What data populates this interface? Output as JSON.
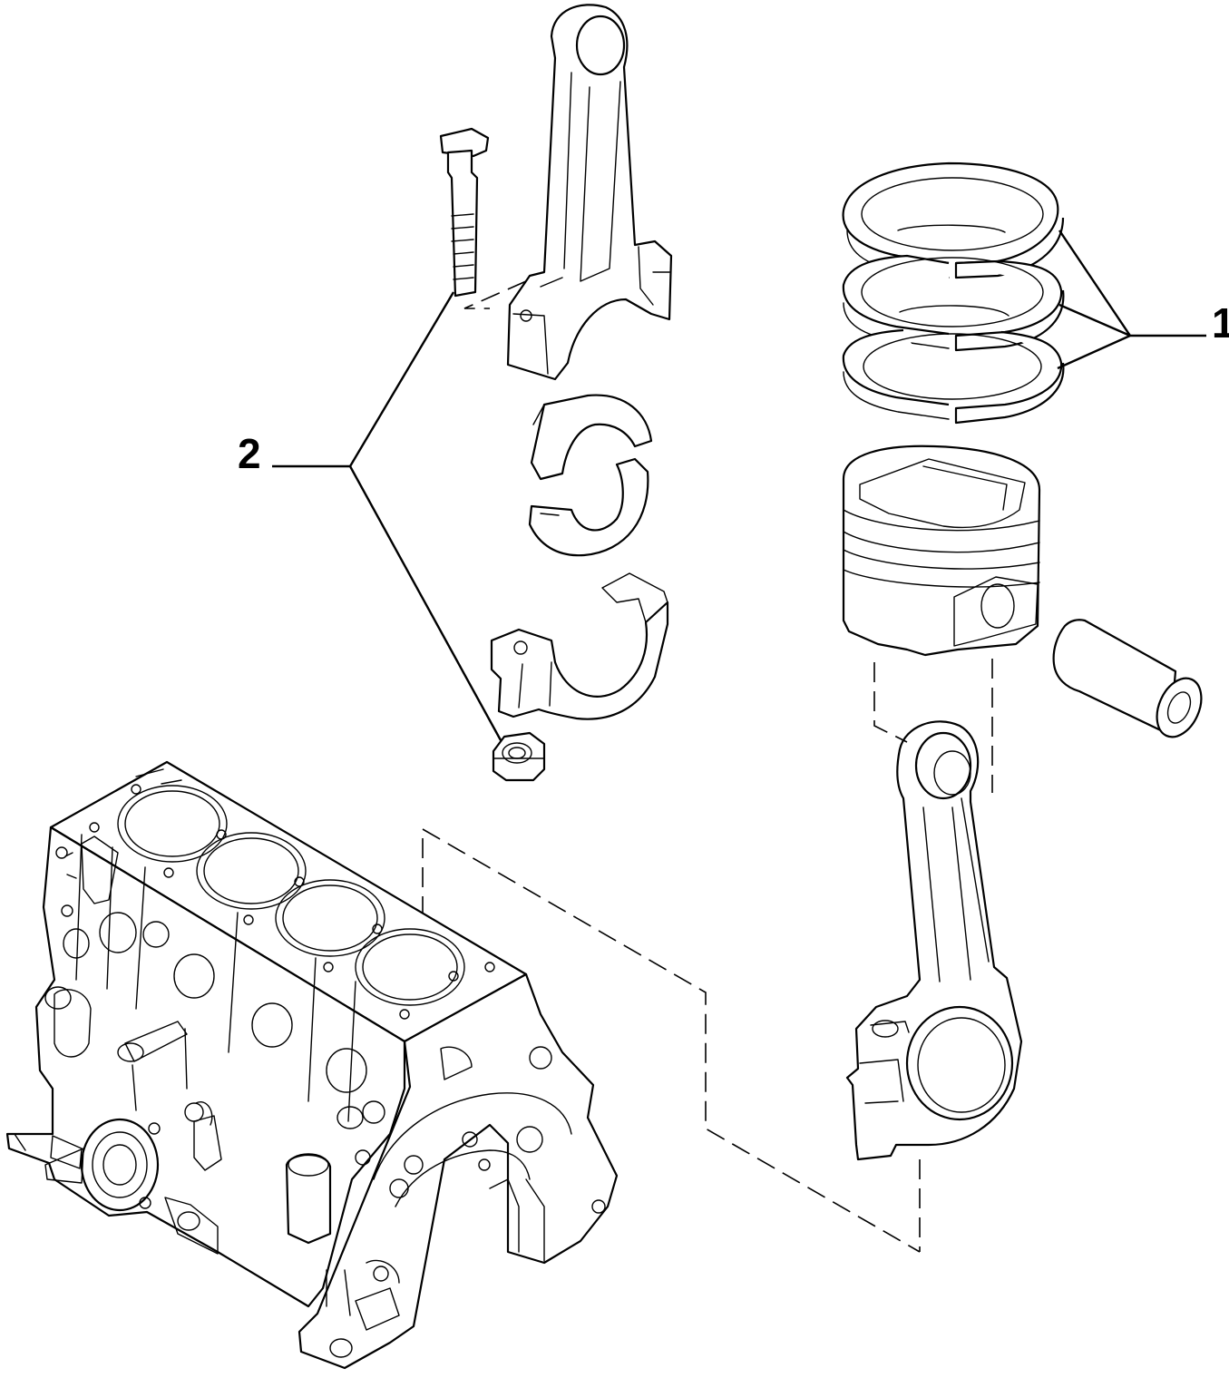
{
  "diagram": {
    "callouts": [
      {
        "id": "1",
        "label": "1",
        "refers_to": "piston-rings"
      },
      {
        "id": "2",
        "label": "2",
        "refers_to": "connecting-rod-bolt-and-nut"
      }
    ]
  },
  "colors": {
    "line": "#000000",
    "background": "#ffffff"
  }
}
